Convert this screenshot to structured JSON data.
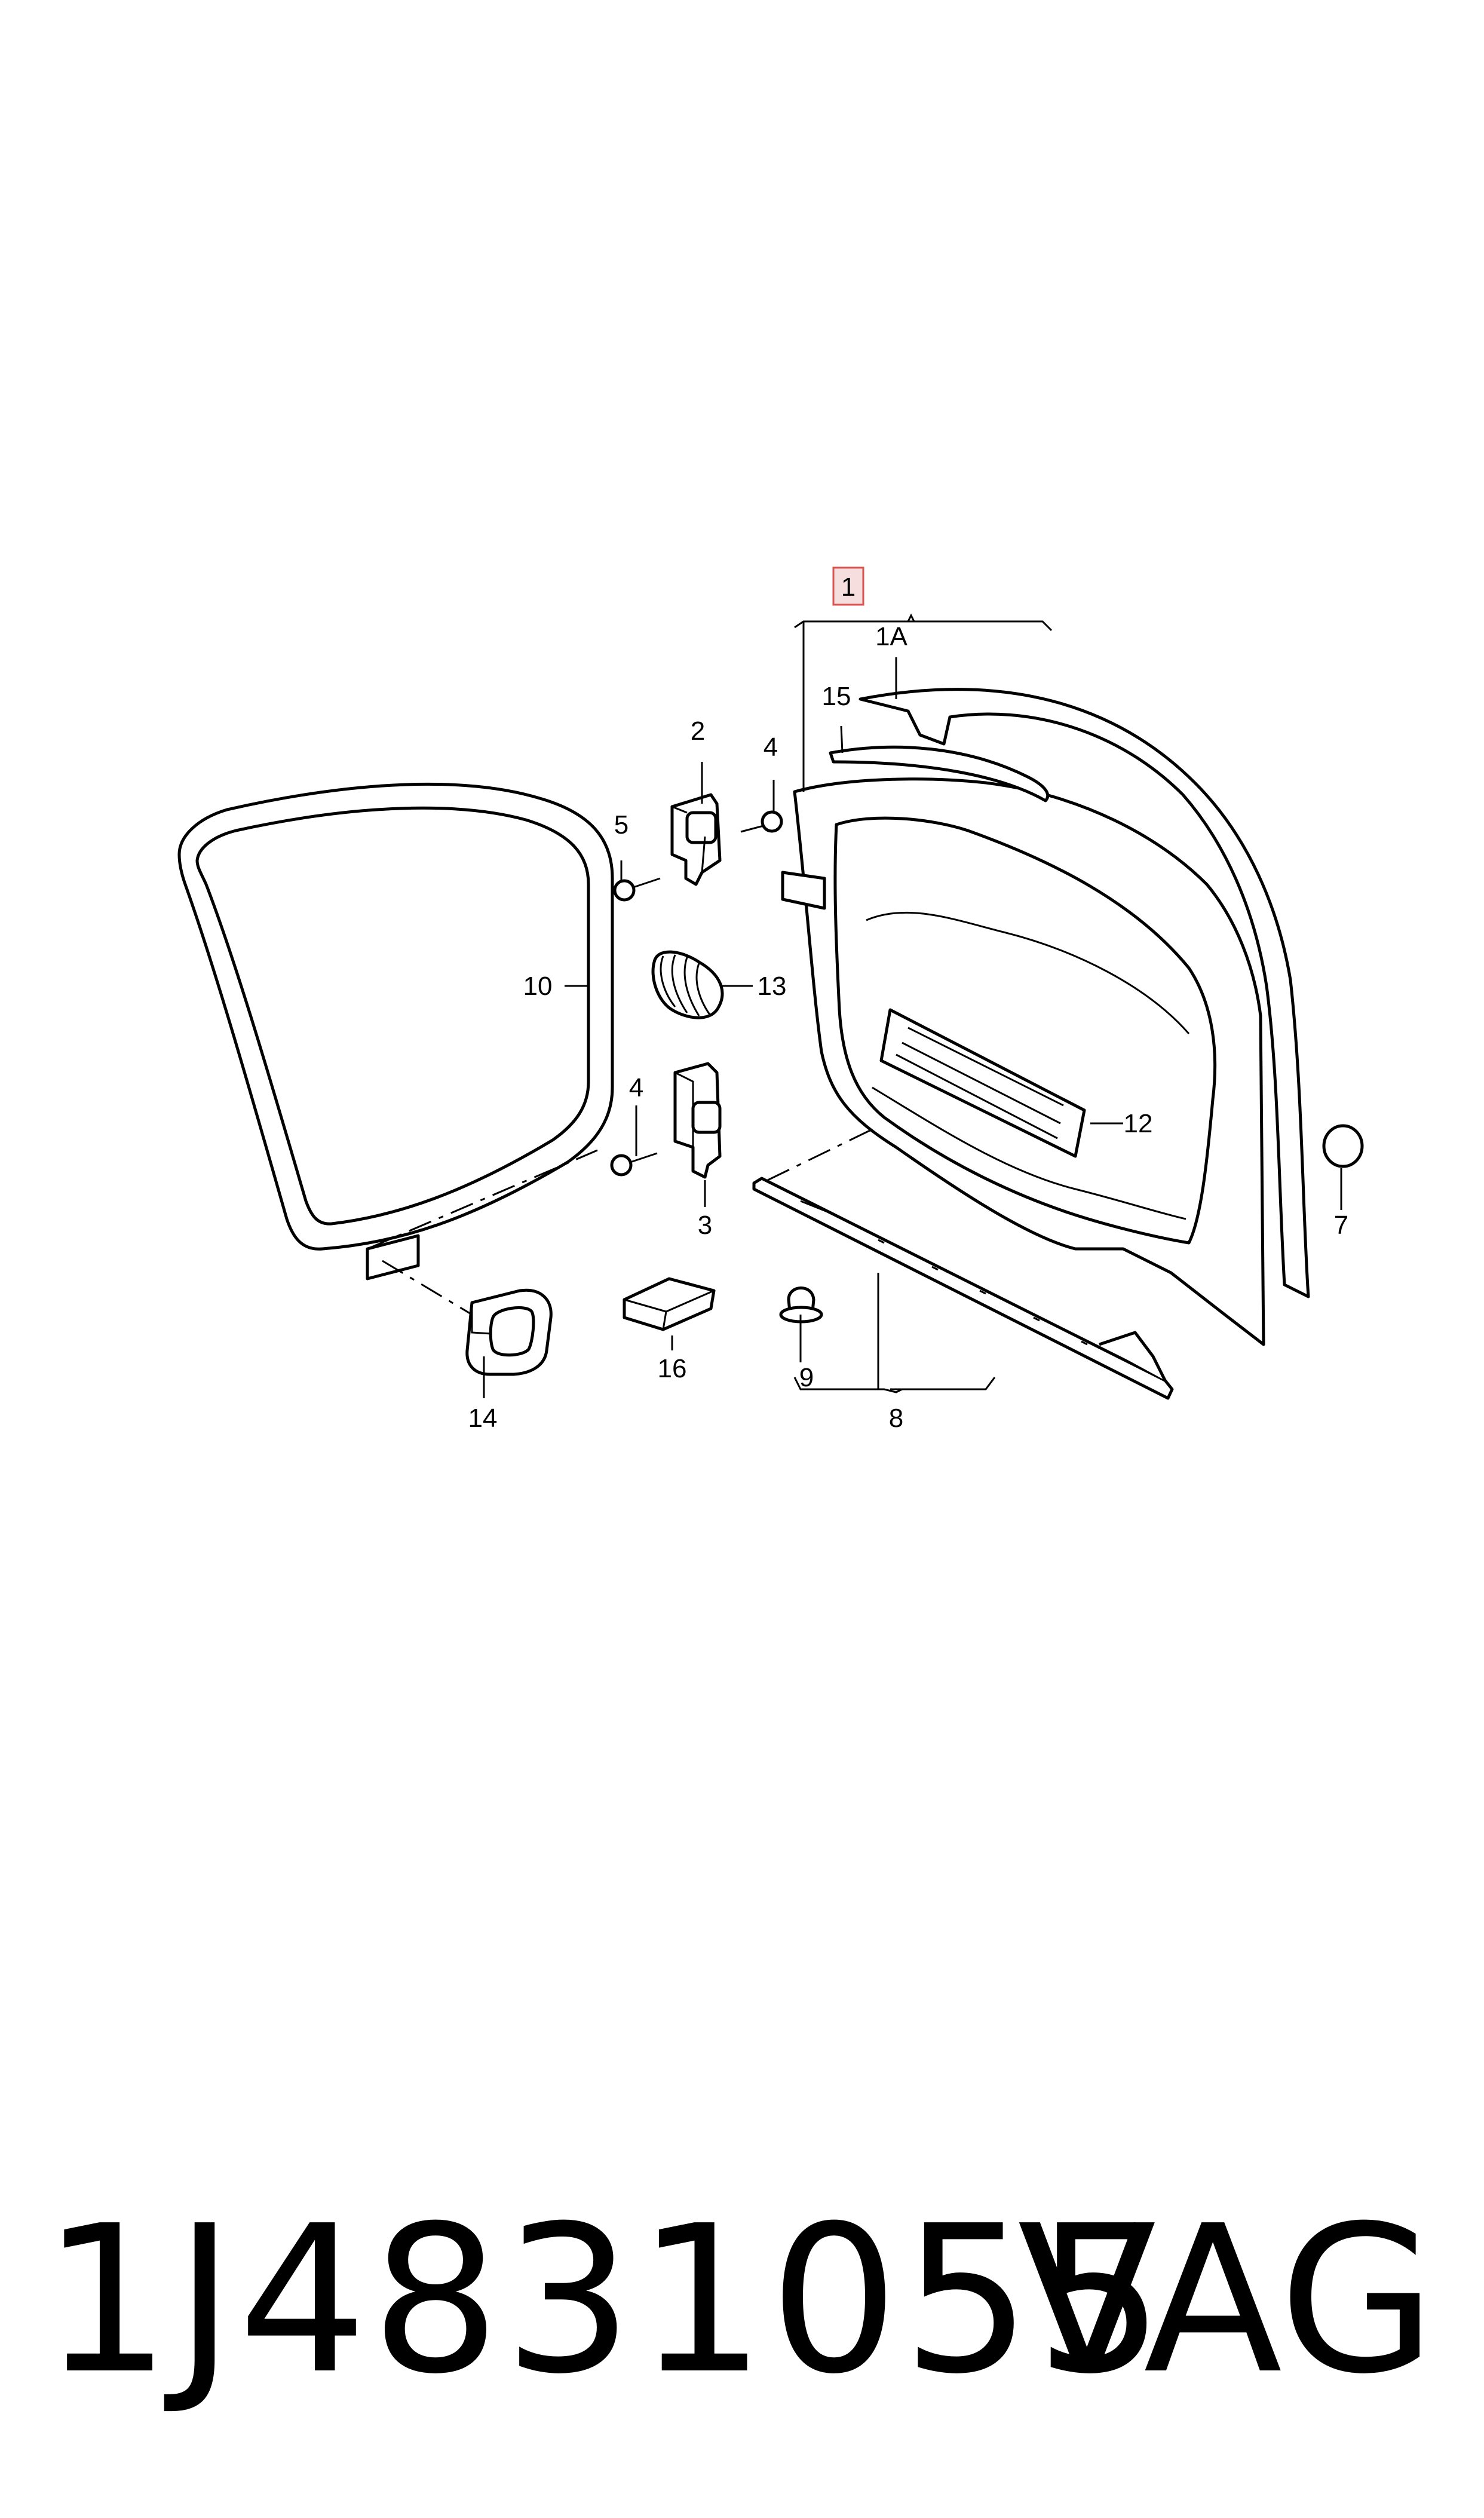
{
  "callouts": {
    "c1": "1",
    "c1a": "1A",
    "c2": "2",
    "c3": "3",
    "c4a": "4",
    "c4b": "4",
    "c5": "5",
    "c7": "7",
    "c8": "8",
    "c9": "9",
    "c10": "10",
    "c12": "12",
    "c13": "13",
    "c14": "14",
    "c15": "15",
    "c16": "16"
  },
  "footer": {
    "part_number": "1J4831055",
    "brand": "VAG"
  },
  "colors": {
    "highlight_fill": "#f6dede",
    "highlight_stroke": "#d9534f",
    "line": "#000000"
  }
}
